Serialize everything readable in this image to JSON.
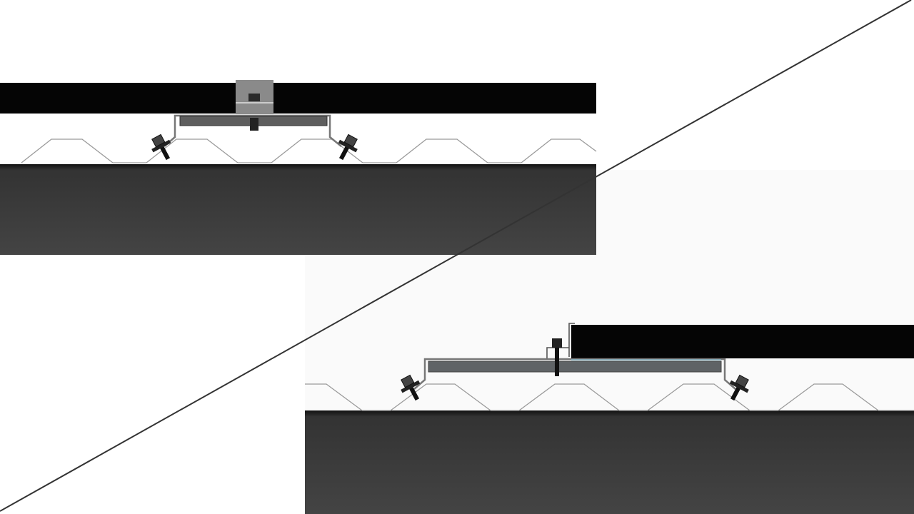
{
  "diagram": {
    "views": [
      {
        "id": "mid-clamp-view",
        "icons": [
          "solar-panel",
          "mid-clamp",
          "mounting-rail",
          "roof-bracket",
          "self-drilling-screw",
          "trapezoidal-sheet",
          "roof-substrate"
        ]
      },
      {
        "id": "end-clamp-view",
        "icons": [
          "solar-panel",
          "end-clamp",
          "mounting-rail",
          "roof-bracket",
          "self-drilling-screw",
          "trapezoidal-sheet",
          "roof-substrate"
        ]
      }
    ],
    "colors": {
      "panel": "#050505",
      "substrate": "#3e3e3e",
      "rail": "#5e5e5e",
      "clamp": "#8a8a8a",
      "profile_line": "#9a9a9a",
      "divider": "#333333",
      "background_lower": "#fafafa"
    }
  }
}
